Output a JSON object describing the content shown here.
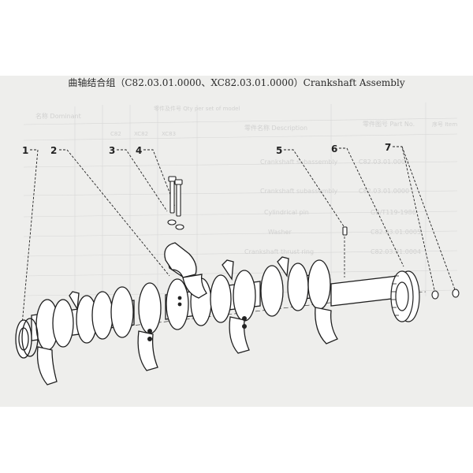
{
  "title": "曲轴结合组（C82.03.01.0000、XC82.03.01.0000）Crankshaft Assembly",
  "callouts": [
    "1",
    "2",
    "3",
    "4",
    "5",
    "6",
    "7"
  ],
  "background_table": {
    "headers": [
      "名称 Dominant",
      "零件及件号 Qty per set of model",
      "C82",
      "XC82",
      "XC83",
      "零件名称 Description",
      "零件图号 Part No.",
      "序号 Item"
    ],
    "rows": [
      [
        "Crankshaft subassembly",
        "C82.03.01.0000"
      ],
      [
        "Crankshaft subassembly",
        "C82.03.01.0000"
      ],
      [
        "Cylindrical pin",
        "GB/T119-1986"
      ],
      [
        "Washer",
        "C82.03.01.0005"
      ],
      [
        "Crankshaft thrust ring",
        "C82.03.01.0004"
      ]
    ]
  },
  "colors": {
    "ink": "#222222",
    "paper": "#eeeeec",
    "ghost": "#b9b9b9"
  }
}
